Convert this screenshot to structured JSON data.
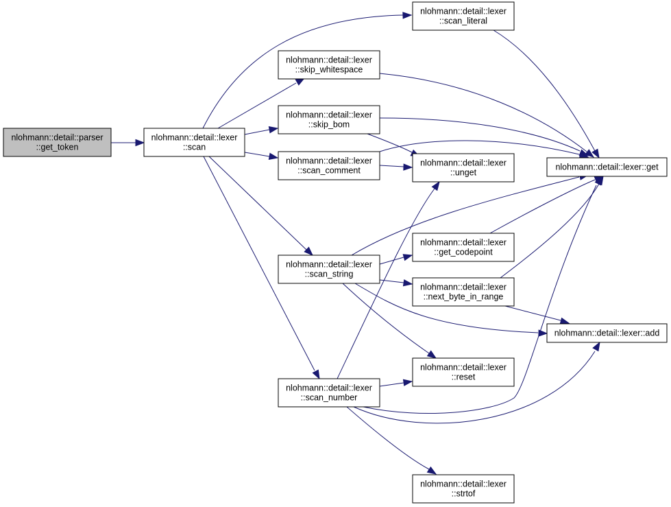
{
  "graph": {
    "colors": {
      "edge": "#191970",
      "node_fill": "#ffffff",
      "node_highlight_fill": "#bfbfbf",
      "node_border": "#000000",
      "background": "#ffffff"
    },
    "nodes": [
      {
        "id": "parser_get_token",
        "lines": [
          "nlohmann::detail::parser",
          "::get_token"
        ],
        "highlight": true
      },
      {
        "id": "lexer_scan",
        "lines": [
          "nlohmann::detail::lexer",
          "::scan"
        ],
        "highlight": false
      },
      {
        "id": "lexer_scan_literal",
        "lines": [
          "nlohmann::detail::lexer",
          "::scan_literal"
        ],
        "highlight": false
      },
      {
        "id": "lexer_skip_whitespace",
        "lines": [
          "nlohmann::detail::lexer",
          "::skip_whitespace"
        ],
        "highlight": false
      },
      {
        "id": "lexer_skip_bom",
        "lines": [
          "nlohmann::detail::lexer",
          "::skip_bom"
        ],
        "highlight": false
      },
      {
        "id": "lexer_scan_comment",
        "lines": [
          "nlohmann::detail::lexer",
          "::scan_comment"
        ],
        "highlight": false
      },
      {
        "id": "lexer_unget",
        "lines": [
          "nlohmann::detail::lexer",
          "::unget"
        ],
        "highlight": false
      },
      {
        "id": "lexer_get",
        "lines": [
          "nlohmann::detail::lexer::get"
        ],
        "highlight": false
      },
      {
        "id": "lexer_scan_string",
        "lines": [
          "nlohmann::detail::lexer",
          "::scan_string"
        ],
        "highlight": false
      },
      {
        "id": "lexer_get_codepoint",
        "lines": [
          "nlohmann::detail::lexer",
          "::get_codepoint"
        ],
        "highlight": false
      },
      {
        "id": "lexer_next_byte_in_range",
        "lines": [
          "nlohmann::detail::lexer",
          "::next_byte_in_range"
        ],
        "highlight": false
      },
      {
        "id": "lexer_add",
        "lines": [
          "nlohmann::detail::lexer::add"
        ],
        "highlight": false
      },
      {
        "id": "lexer_reset",
        "lines": [
          "nlohmann::detail::lexer",
          "::reset"
        ],
        "highlight": false
      },
      {
        "id": "lexer_scan_number",
        "lines": [
          "nlohmann::detail::lexer",
          "::scan_number"
        ],
        "highlight": false
      },
      {
        "id": "lexer_strtof",
        "lines": [
          "nlohmann::detail::lexer",
          "::strtof"
        ],
        "highlight": false
      }
    ],
    "edges": [
      {
        "from": "parser_get_token",
        "to": "lexer_scan"
      },
      {
        "from": "lexer_scan",
        "to": "lexer_scan_literal"
      },
      {
        "from": "lexer_scan",
        "to": "lexer_skip_whitespace"
      },
      {
        "from": "lexer_scan",
        "to": "lexer_skip_bom"
      },
      {
        "from": "lexer_scan",
        "to": "lexer_scan_comment"
      },
      {
        "from": "lexer_scan",
        "to": "lexer_scan_string"
      },
      {
        "from": "lexer_scan",
        "to": "lexer_scan_number"
      },
      {
        "from": "lexer_scan_literal",
        "to": "lexer_get"
      },
      {
        "from": "lexer_skip_whitespace",
        "to": "lexer_get"
      },
      {
        "from": "lexer_skip_bom",
        "to": "lexer_get"
      },
      {
        "from": "lexer_skip_bom",
        "to": "lexer_unget"
      },
      {
        "from": "lexer_scan_comment",
        "to": "lexer_get"
      },
      {
        "from": "lexer_scan_comment",
        "to": "lexer_unget"
      },
      {
        "from": "lexer_scan_string",
        "to": "lexer_get"
      },
      {
        "from": "lexer_scan_string",
        "to": "lexer_get_codepoint"
      },
      {
        "from": "lexer_scan_string",
        "to": "lexer_next_byte_in_range"
      },
      {
        "from": "lexer_scan_string",
        "to": "lexer_add"
      },
      {
        "from": "lexer_scan_string",
        "to": "lexer_reset"
      },
      {
        "from": "lexer_get_codepoint",
        "to": "lexer_get"
      },
      {
        "from": "lexer_next_byte_in_range",
        "to": "lexer_get"
      },
      {
        "from": "lexer_next_byte_in_range",
        "to": "lexer_add"
      },
      {
        "from": "lexer_scan_number",
        "to": "lexer_unget"
      },
      {
        "from": "lexer_scan_number",
        "to": "lexer_reset"
      },
      {
        "from": "lexer_scan_number",
        "to": "lexer_get"
      },
      {
        "from": "lexer_scan_number",
        "to": "lexer_add"
      },
      {
        "from": "lexer_scan_number",
        "to": "lexer_strtof"
      }
    ]
  }
}
